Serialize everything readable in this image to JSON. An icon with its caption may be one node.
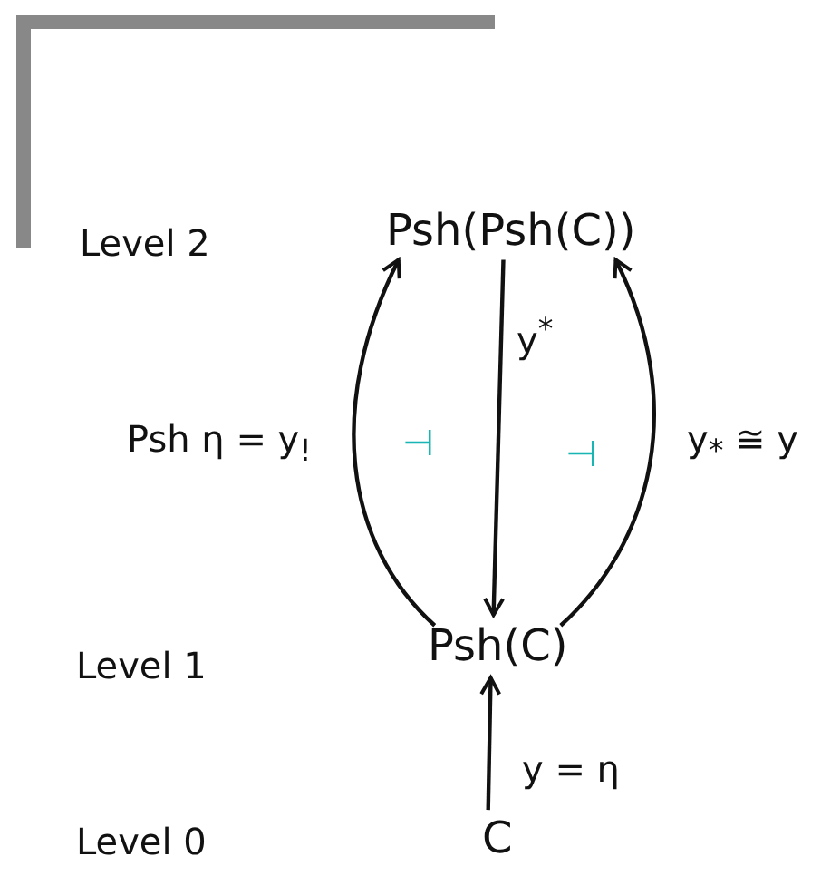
{
  "diagram": {
    "nodes": [
      {
        "text": [
          "Psh(Psh(C))"
        ]
      },
      {
        "text": [
          "Psh(C)"
        ]
      },
      {
        "text": [
          "C"
        ]
      }
    ],
    "edges": [
      {
        "from": 1,
        "to": 0,
        "arrow": "to",
        "label": "Psh η = y$_{!}$"
      },
      {
        "from": 0,
        "to": 1,
        "arrow": "to",
        "label": "y$^{*}$"
      },
      {
        "from": 1,
        "to": 0,
        "arrow": "to",
        "label": "y$_{*}$ ≅ y"
      },
      {
        "from": 2,
        "to": 1,
        "arrow": "to",
        "label": "y = η"
      }
    ],
    "labels": [
      "Level 2",
      "⊣",
      "⊣",
      "Level 1",
      "Level 0"
    ]
  }
}
